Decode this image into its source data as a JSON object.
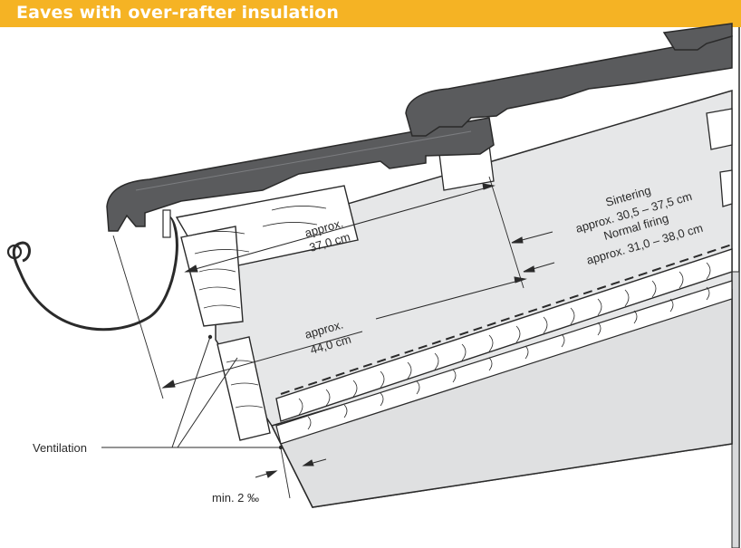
{
  "title": "Eaves with over-rafter insulation",
  "colors": {
    "title_bar": "#f5b324",
    "title_text": "#ffffff",
    "tile": "#5a5b5d",
    "line": "#2a2a2a",
    "layer_fill": "#e6e7e8"
  },
  "labels": {
    "dim_tile_line1": "approx.",
    "dim_tile_line2": "37,0 cm",
    "dim_rafter_line1": "approx.",
    "dim_rafter_line2": "44,0 cm",
    "sintering_line1": "Sintering",
    "sintering_line2": "approx. 30,5 – 37,5 cm",
    "normal_firing_line1": "Normal firing",
    "normal_firing_line2": "approx. 31,0 – 38,0 cm",
    "ventilation": "Ventilation",
    "slope": "min. 2 ‰"
  }
}
